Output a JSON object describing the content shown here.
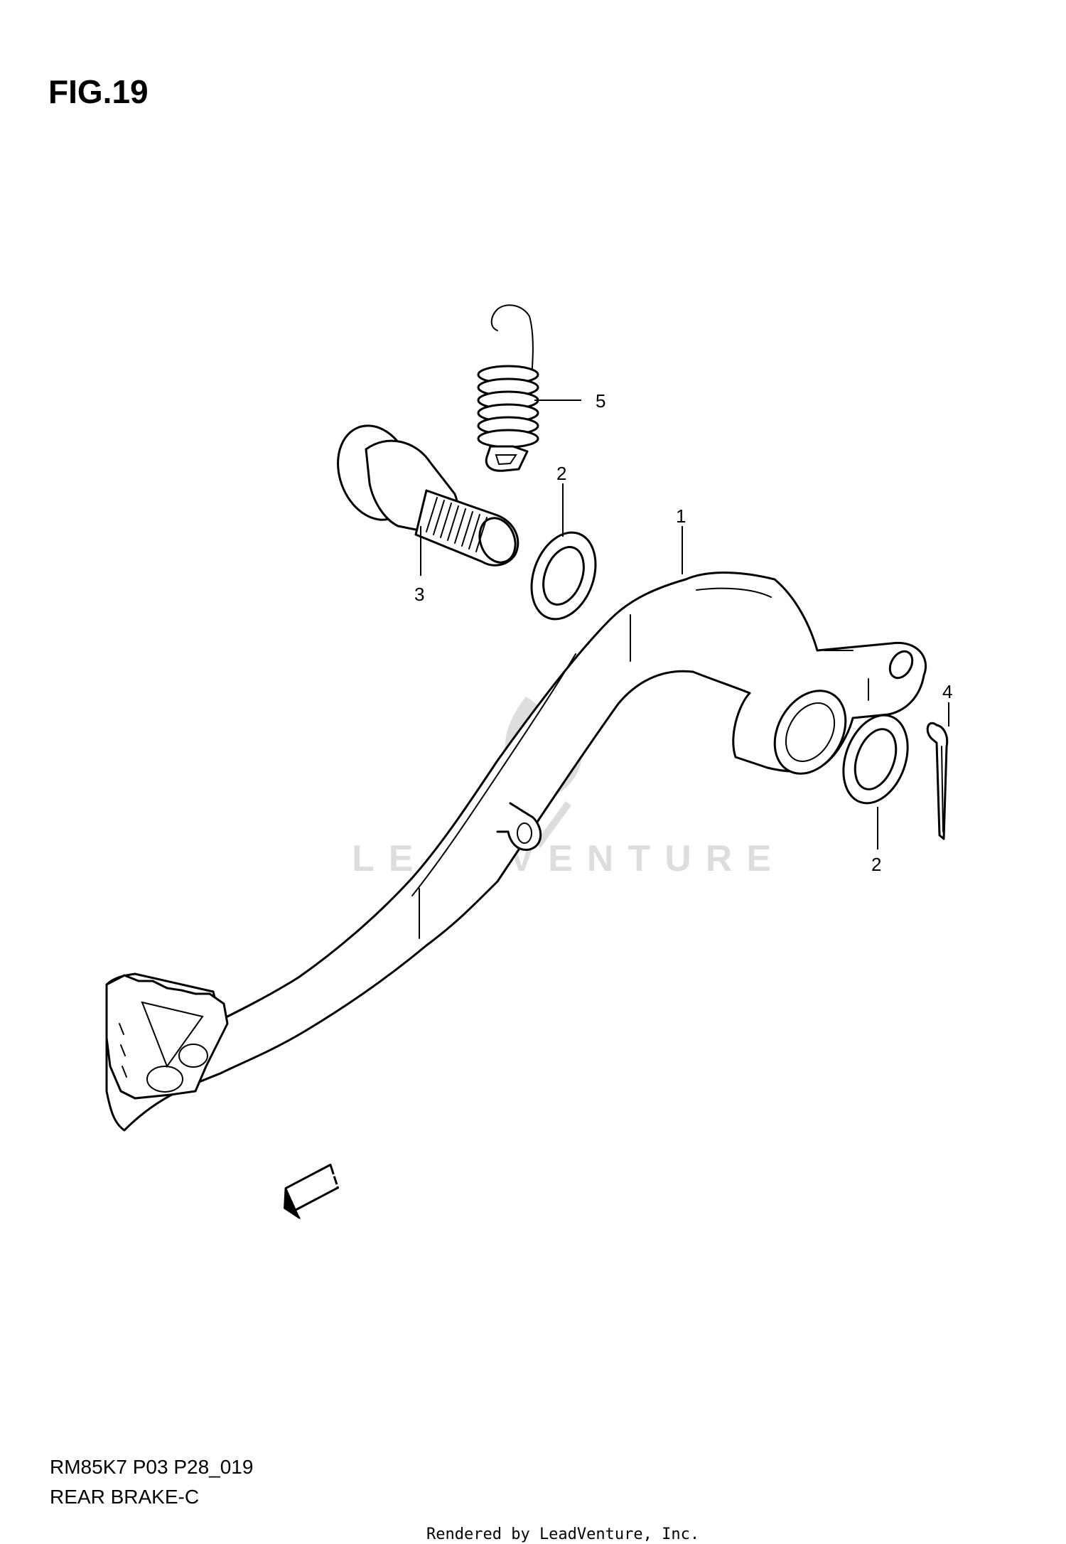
{
  "figure": {
    "title": "FIG.19"
  },
  "callouts": [
    {
      "id": "callout-1",
      "label": "1"
    },
    {
      "id": "callout-2a",
      "label": "2"
    },
    {
      "id": "callout-2b",
      "label": "2"
    },
    {
      "id": "callout-3",
      "label": "3"
    },
    {
      "id": "callout-4",
      "label": "4"
    },
    {
      "id": "callout-5",
      "label": "5"
    }
  ],
  "direction_arrow": {
    "label": "FWD"
  },
  "watermark": {
    "text": "LEADVENTURE"
  },
  "footer": {
    "model_code": "RM85K7 P03 P28_019",
    "section": "REAR BRAKE-C"
  },
  "credit": {
    "text": "Rendered by LeadVenture, Inc."
  }
}
